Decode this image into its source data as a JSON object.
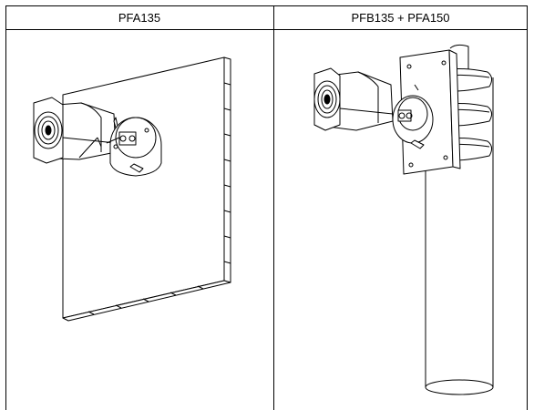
{
  "table": {
    "columns": [
      {
        "header": "PFA135",
        "illustration": "bullet-camera-wall-mount-drawing"
      },
      {
        "header": "PFB135 + PFA150",
        "illustration": "bullet-camera-pole-mount-drawing"
      }
    ]
  }
}
